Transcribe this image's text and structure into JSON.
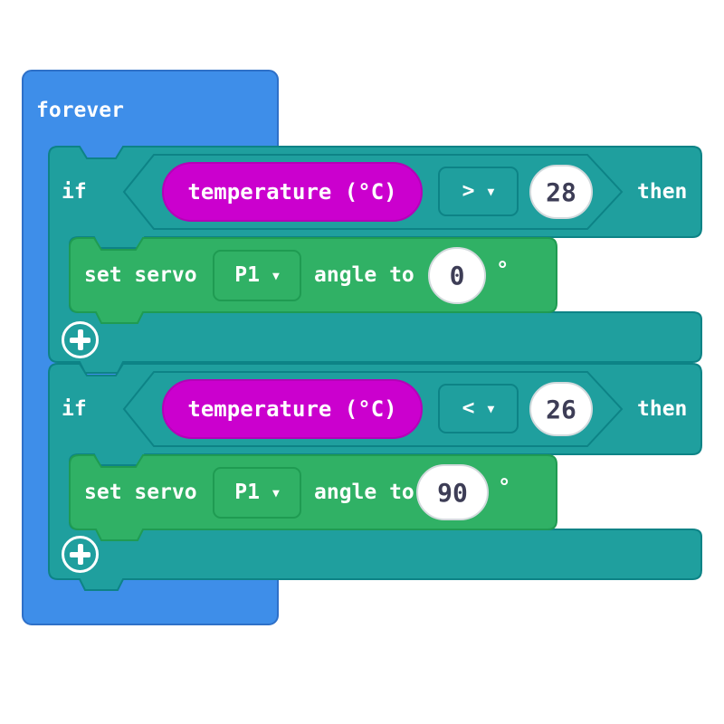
{
  "colors": {
    "background": "#ffffff",
    "blue": "#3e8ee9",
    "blue_border": "#2e70c8",
    "teal": "#1f9f9e",
    "teal_border": "#0d8386",
    "green": "#30b165",
    "green_border": "#1f9b52",
    "magenta": "#cb00ce",
    "magenta_border": "#b400b7",
    "value_bg": "#ffffff",
    "value_border": "#d3dadd",
    "value_text": "#3d3d56",
    "block_text": "#ffffff"
  },
  "forever_block": {
    "label": "forever"
  },
  "if_blocks": [
    {
      "keyword": "if",
      "then_keyword": "then",
      "condition": {
        "sensor_label": "temperature (°C)",
        "operator": ">",
        "value": "28"
      },
      "statement": {
        "label_set": "set servo",
        "pin": "P1",
        "label_angle": "angle to",
        "angle_value": "0",
        "degree_symbol": "°"
      }
    },
    {
      "keyword": "if",
      "then_keyword": "then",
      "condition": {
        "sensor_label": "temperature (°C)",
        "operator": "<",
        "value": "26"
      },
      "statement": {
        "label_set": "set servo",
        "pin": "P1",
        "label_angle": "angle to",
        "angle_value": "90",
        "degree_symbol": "°"
      }
    }
  ],
  "icons": {
    "dropdown_arrow": "▼",
    "expand_plus": "plus-in-circle"
  }
}
